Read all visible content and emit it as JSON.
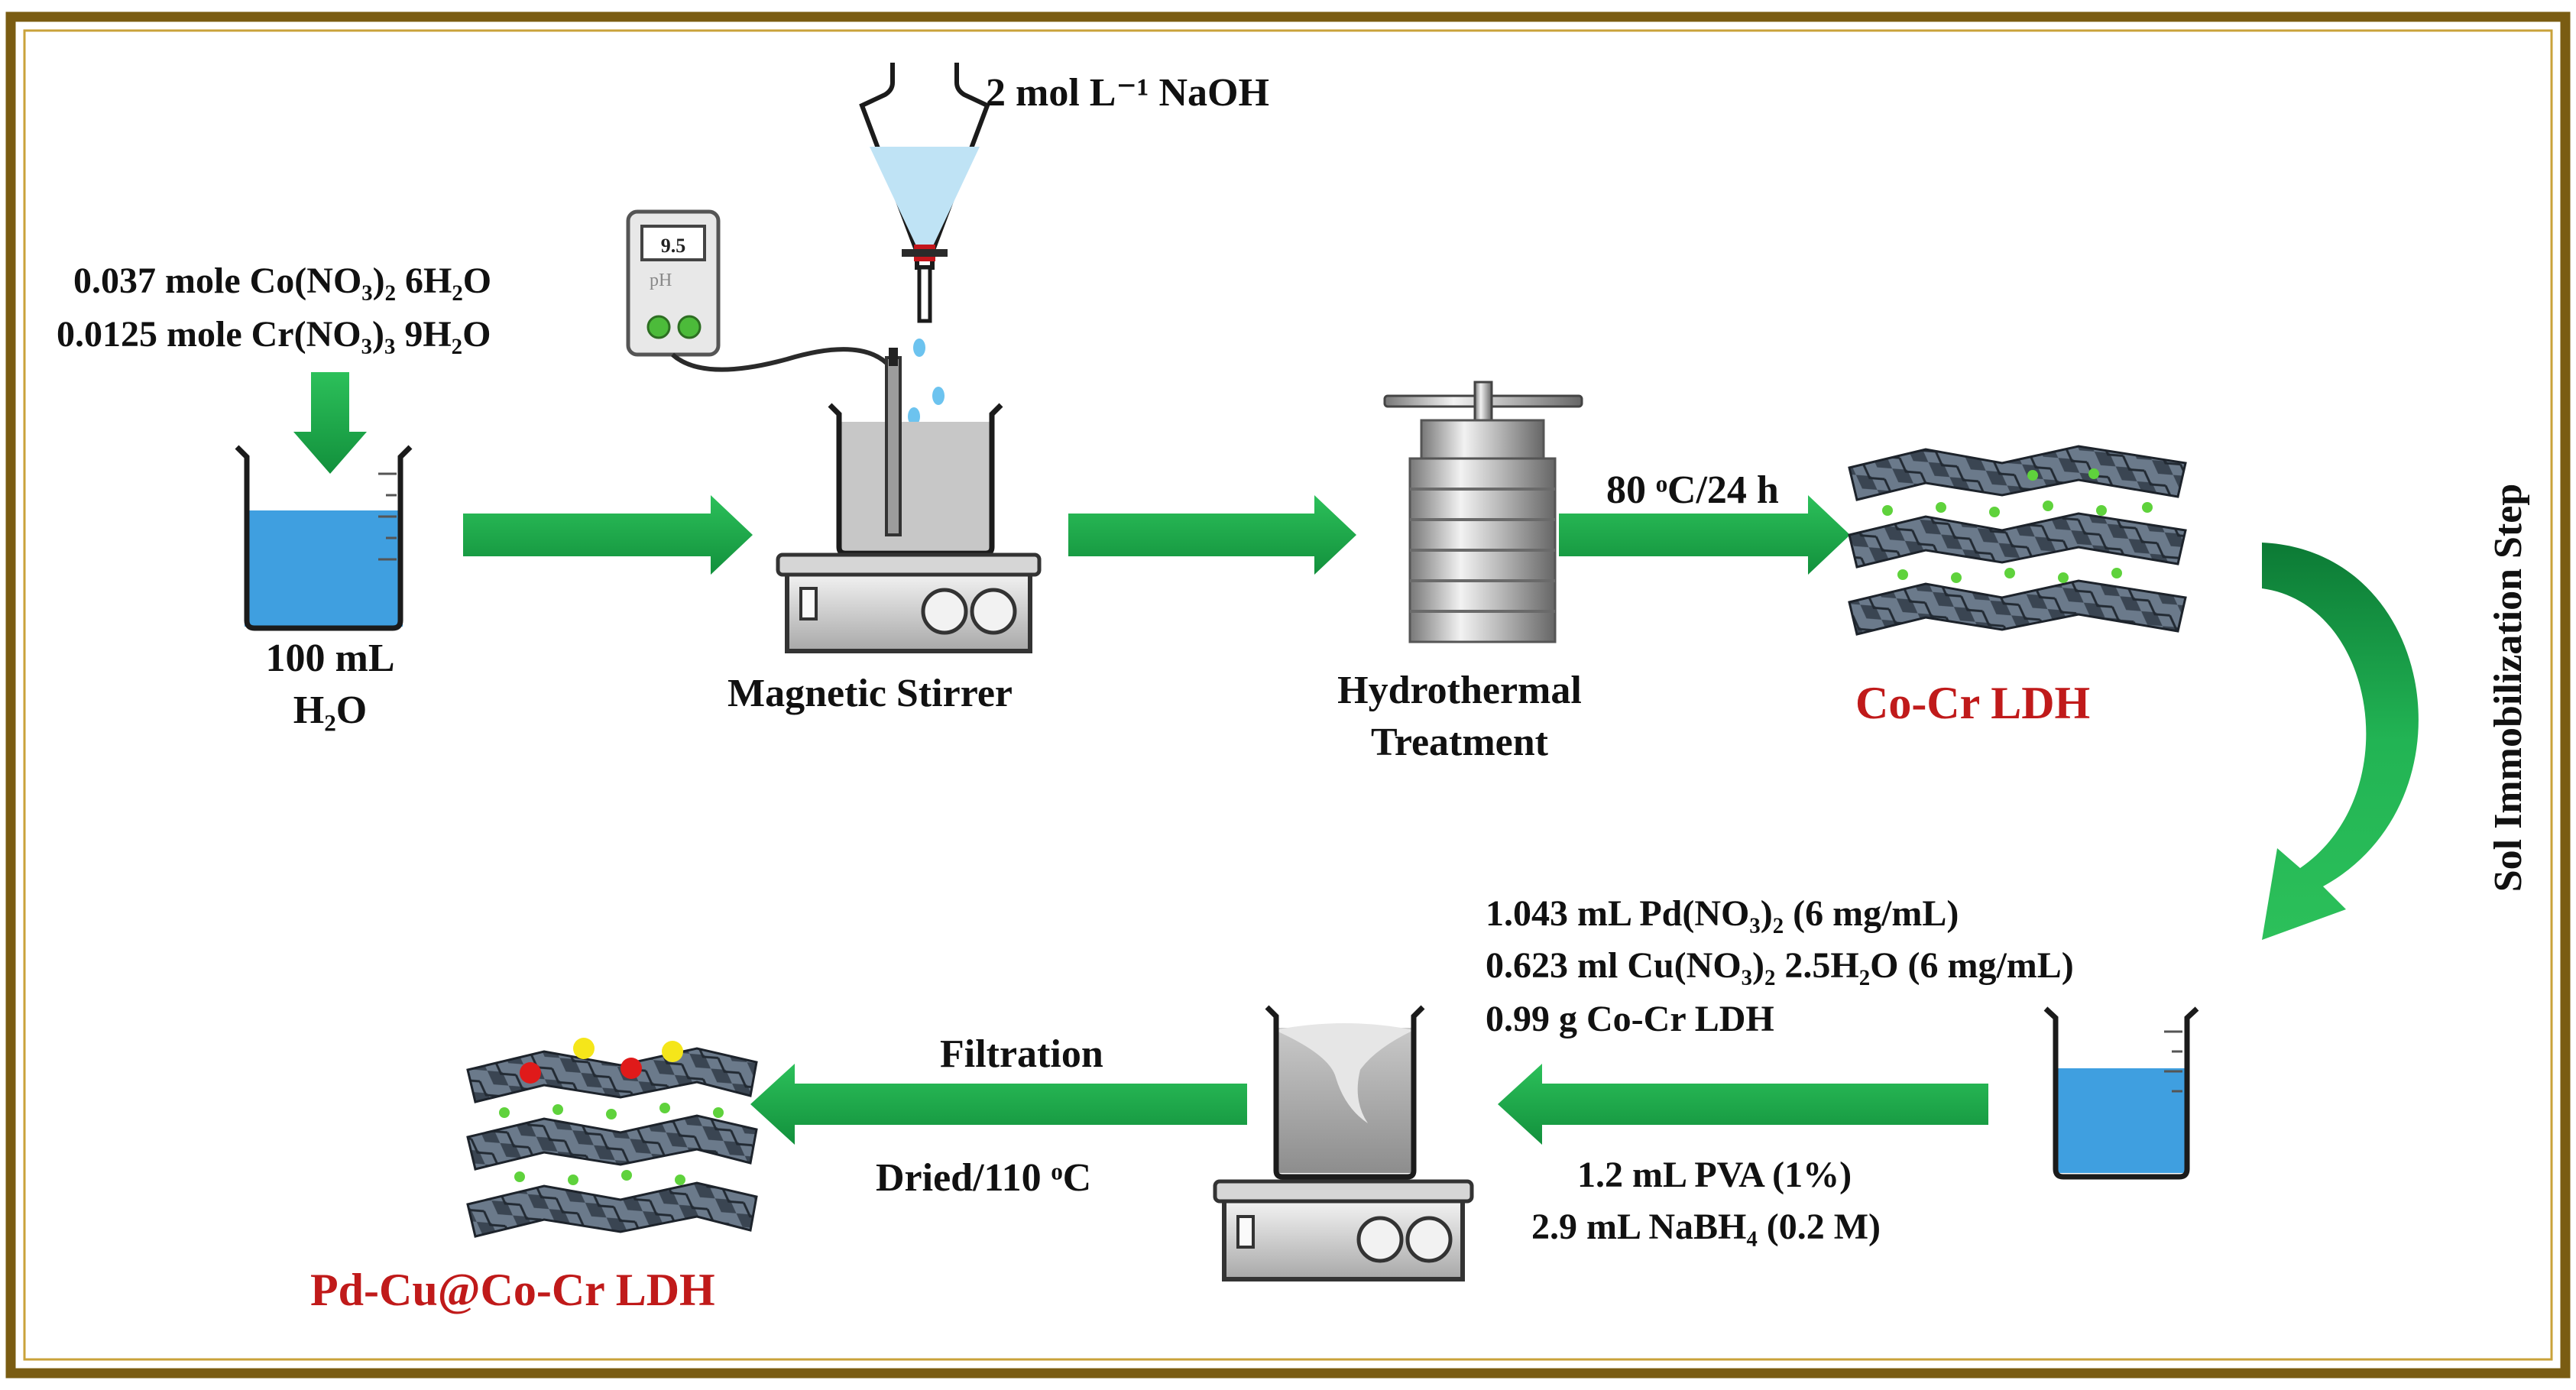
{
  "reagents_top": {
    "line1": "0.037 mole Co(NO₃)₂ 6H₂O",
    "line2": "0.0125 mole Cr(NO₃)₃ 9H₂O"
  },
  "naoh_label": "2 mol L⁻¹ NaOH",
  "ph_meter": {
    "reading": "9.5",
    "unit_label": "pH"
  },
  "water_label": {
    "line1": "100 mL",
    "line2": "H₂O"
  },
  "stirrer_label": "Magnetic Stirrer",
  "hydrothermal_label": {
    "line1": "Hydrothermal",
    "line2": "Treatment"
  },
  "condition_label": "80 ᵒC/24 h",
  "ldh_label": "Co-Cr LDH",
  "sol_step_label": "Sol Immobilization  Step",
  "reagents_sol": {
    "line1": "1.043 mL Pd(NO₃)₂ (6 mg/mL)",
    "line2": "0.623  ml Cu(NO₃)₂ 2.5H₂O (6 mg/mL)",
    "line3": "0.99 g Co-Cr LDH"
  },
  "reagents_reduce": {
    "line1": "1.2 mL PVA (1%)",
    "line2": "2.9 mL NaBH₄ (0.2 M)"
  },
  "filtration_label": "Filtration",
  "dried_label": "Dried/110 ᵒC",
  "product_label": "Pd-Cu@Co-Cr LDH",
  "colors": {
    "border": "#7a5c12",
    "arrow": "#1aa64a",
    "water": "#3f9fe0",
    "label_red": "#c01a1a",
    "pd_dot": "#e01a1a",
    "cu_dot": "#f5e61a"
  }
}
